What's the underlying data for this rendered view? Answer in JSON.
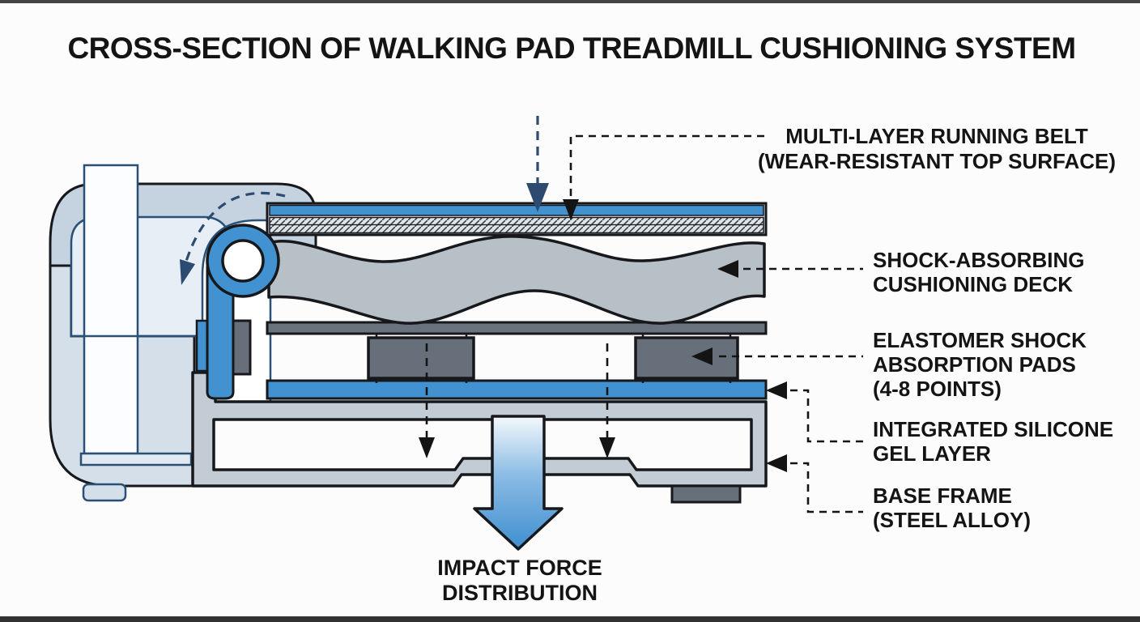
{
  "title": "CROSS-SECTION OF WALKING PAD TREADMILL CUSHIONING SYSTEM",
  "labels": {
    "belt": {
      "line1": "MULTI-LAYER RUNNING BELT",
      "line2": "(WEAR-RESISTANT TOP SURFACE)"
    },
    "deck": {
      "line1": "SHOCK-ABSORBING",
      "line2": "CUSHIONING DECK"
    },
    "pads": {
      "line1": "ELASTOMER SHOCK",
      "line2": "ABSORPTION PADS",
      "line3": "(4-8 POINTS)"
    },
    "gel": {
      "line1": "INTEGRATED SILICONE",
      "line2": "GEL LAYER"
    },
    "frame": {
      "line1": "BASE FRAME",
      "line2": "(STEEL ALLOY)"
    },
    "impact": {
      "line1": "IMPACT FORCE",
      "line2": "DISTRIBUTION"
    }
  },
  "colors": {
    "accent-blue": "#4292d1",
    "deck-gray": "#b7bfc7",
    "dark-gray": "#67707a",
    "plate-gray": "#6a737d",
    "frame-gray": "#c3ccd4",
    "housing-fill": "#d5dfe9",
    "housing-band": "#c5d2e0",
    "housing-panel": "#e7eef5",
    "ink": "#16181c",
    "navy": "#2b5078",
    "arrow-navy": "#2d4a70",
    "label-ink": "#141414",
    "page-bg": "#fcfcfc"
  }
}
